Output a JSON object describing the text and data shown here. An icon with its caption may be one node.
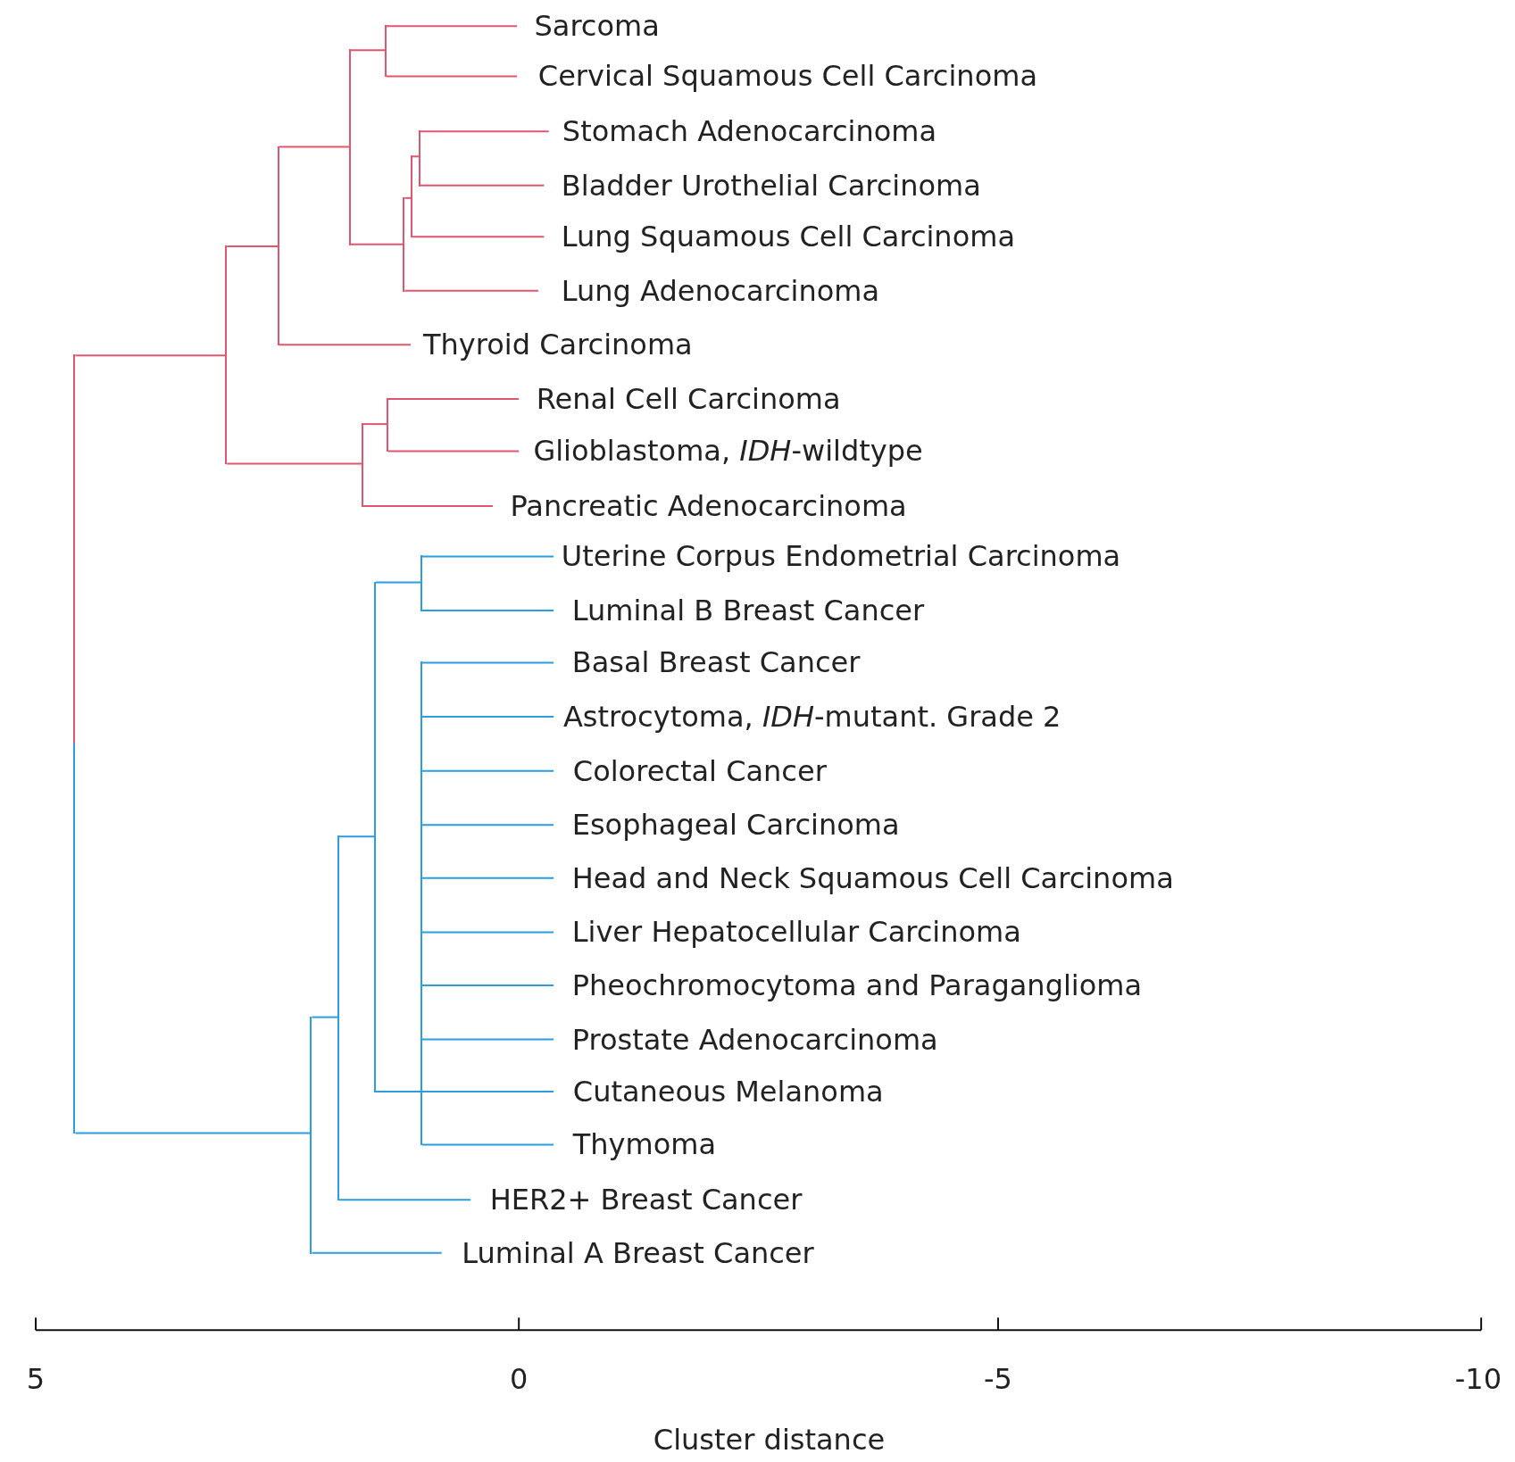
{
  "diagram": {
    "nodes": [
      {
        "text": [
          "Sarcoma"
        ]
      },
      {
        "text": [
          "Cervical Squamous Cell Carcinoma"
        ]
      },
      {
        "text": [
          "Stomach Adenocarcinoma"
        ]
      },
      {
        "text": [
          "Bladder Urothelial Carcinoma"
        ]
      },
      {
        "text": [
          "Lung Squamous Cell Carcinoma"
        ]
      },
      {
        "text": [
          "Lung Adenocarcinoma"
        ]
      },
      {
        "text": [
          "Thyroid Carcinoma"
        ]
      },
      {
        "text": [
          "Renal Cell Carcinoma"
        ]
      },
      {
        "text": [
          "Glioblastoma, *IDH*-wildtype"
        ]
      },
      {
        "text": [
          "Pancreatic Adenocarcinoma"
        ]
      },
      {
        "text": [
          "Uterine Corpus Endometrial Carcinoma"
        ]
      },
      {
        "text": [
          "Luminal B Breast Cancer"
        ]
      },
      {
        "text": [
          "Basal Breast Cancer"
        ]
      },
      {
        "text": [
          "Astrocytoma, *IDH*-mutant. Grade 2"
        ]
      },
      {
        "text": [
          "Colorectal Cancer"
        ]
      },
      {
        "text": [
          "Esophageal Carcinoma"
        ]
      },
      {
        "text": [
          "Head and Neck Squamous Cell Carcinoma"
        ]
      },
      {
        "text": [
          "Liver Hepatocellular Carcinoma"
        ]
      },
      {
        "text": [
          "Pheochromocytoma and Paraganglioma"
        ]
      },
      {
        "text": [
          "Prostate Adenocarcinoma"
        ]
      },
      {
        "text": [
          "Cutaneous Melanoma"
        ]
      },
      {
        "text": [
          "Thymoma"
        ]
      },
      {
        "text": [
          "HER2+ Breast Cancer"
        ]
      },
      {
        "text": [
          "Luminal A Breast Cancer"
        ]
      },
      {
        "text": [],
        "shape": "bar"
      },
      {
        "text": [],
        "shape": "bar"
      },
      {
        "text": [],
        "shape": "bar"
      },
      {
        "text": [],
        "shape": "bar"
      },
      {
        "text": [],
        "shape": "bar"
      },
      {
        "text": [],
        "shape": "bar"
      },
      {
        "text": [],
        "shape": "bar"
      },
      {
        "text": [],
        "shape": "bar"
      },
      {
        "text": [],
        "shape": "bar"
      },
      {
        "text": [],
        "shape": "bar"
      },
      {
        "text": [],
        "shape": "bar"
      },
      {
        "text": [],
        "shape": "bar"
      },
      {
        "text": [],
        "shape": "bar"
      },
      {
        "text": [],
        "shape": "bar"
      },
      {
        "text": [],
        "shape": "bar"
      }
    ],
    "edges": [
      {
        "from": 24,
        "to": 0,
        "arrow": "none",
        "color": "#e0566e"
      },
      {
        "from": 24,
        "to": 1,
        "arrow": "none",
        "color": "#e0566e"
      },
      {
        "from": 25,
        "to": 2,
        "arrow": "none",
        "color": "#e0566e"
      },
      {
        "from": 25,
        "to": 3,
        "arrow": "none",
        "color": "#e0566e"
      },
      {
        "from": 26,
        "to": 25,
        "arrow": "none",
        "color": "#e0566e"
      },
      {
        "from": 26,
        "to": 4,
        "arrow": "none",
        "color": "#e0566e"
      },
      {
        "from": 27,
        "to": 26,
        "arrow": "none",
        "color": "#e0566e"
      },
      {
        "from": 27,
        "to": 5,
        "arrow": "none",
        "color": "#e0566e"
      },
      {
        "from": 28,
        "to": 24,
        "arrow": "none",
        "color": "#e0566e"
      },
      {
        "from": 28,
        "to": 27,
        "arrow": "none",
        "color": "#e0566e"
      },
      {
        "from": 29,
        "to": 28,
        "arrow": "none",
        "color": "#e0566e"
      },
      {
        "from": 29,
        "to": 6,
        "arrow": "none",
        "color": "#e0566e"
      },
      {
        "from": 30,
        "to": 7,
        "arrow": "none",
        "color": "#e0566e"
      },
      {
        "from": 30,
        "to": 8,
        "arrow": "none",
        "color": "#e0566e"
      },
      {
        "from": 31,
        "to": 30,
        "arrow": "none",
        "color": "#e0566e"
      },
      {
        "from": 31,
        "to": 9,
        "arrow": "none",
        "color": "#e0566e"
      },
      {
        "from": 32,
        "to": 29,
        "arrow": "none",
        "color": "#e0566e"
      },
      {
        "from": 32,
        "to": 31,
        "arrow": "none",
        "color": "#e0566e"
      },
      {
        "from": 38,
        "to": 32,
        "arrow": "none",
        "color": "#e0566e"
      },
      {
        "from": 33,
        "to": 10,
        "arrow": "none",
        "color": "#2b9de0"
      },
      {
        "from": 33,
        "to": 11,
        "arrow": "none",
        "color": "#2b9de0"
      },
      {
        "from": 34,
        "to": 12,
        "arrow": "none",
        "color": "#2b9de0"
      },
      {
        "from": 34,
        "to": 13,
        "arrow": "none",
        "color": "#2b9de0"
      },
      {
        "from": 34,
        "to": 14,
        "arrow": "none",
        "color": "#2b9de0"
      },
      {
        "from": 34,
        "to": 15,
        "arrow": "none",
        "color": "#2b9de0"
      },
      {
        "from": 34,
        "to": 16,
        "arrow": "none",
        "color": "#2b9de0"
      },
      {
        "from": 34,
        "to": 17,
        "arrow": "none",
        "color": "#2b9de0"
      },
      {
        "from": 34,
        "to": 18,
        "arrow": "none",
        "color": "#2b9de0"
      },
      {
        "from": 34,
        "to": 19,
        "arrow": "none",
        "color": "#2b9de0"
      },
      {
        "from": 34,
        "to": 20,
        "arrow": "none",
        "color": "#2b9de0"
      },
      {
        "from": 34,
        "to": 21,
        "arrow": "none",
        "color": "#2b9de0"
      },
      {
        "from": 35,
        "to": 33,
        "arrow": "none",
        "color": "#2b9de0"
      },
      {
        "from": 35,
        "to": 34,
        "arrow": "none",
        "color": "#2b9de0"
      },
      {
        "from": 36,
        "to": 35,
        "arrow": "none",
        "color": "#2b9de0"
      },
      {
        "from": 36,
        "to": 22,
        "arrow": "none",
        "color": "#2b9de0"
      },
      {
        "from": 37,
        "to": 36,
        "arrow": "none",
        "color": "#2b9de0"
      },
      {
        "from": 37,
        "to": 23,
        "arrow": "none",
        "color": "#2b9de0"
      },
      {
        "from": 38,
        "to": 37,
        "arrow": "none",
        "color": "#2b9de0"
      }
    ],
    "labels": [
      "5",
      "0",
      "-5",
      "-10",
      "Cluster distance"
    ]
  }
}
